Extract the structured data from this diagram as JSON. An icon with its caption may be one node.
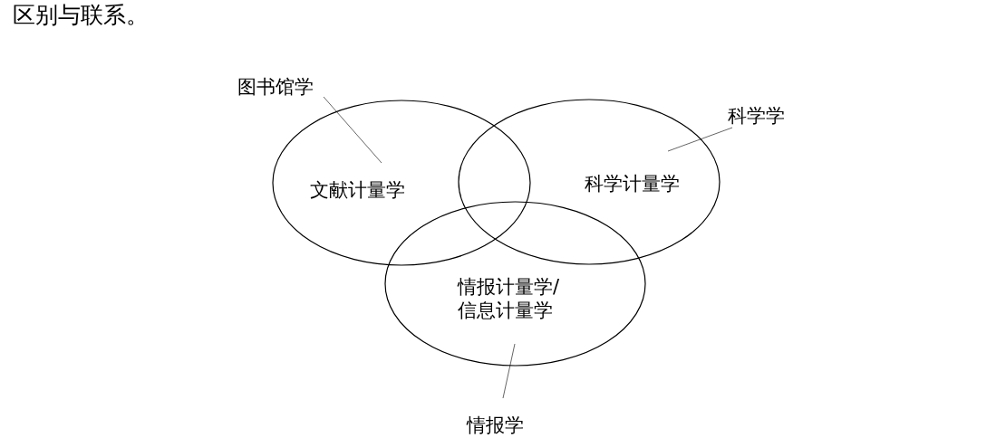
{
  "diagram": {
    "nodes": [
      {
        "text": [
          "图书馆学"
        ]
      },
      {
        "text": [
          "文献计量学"
        ]
      },
      {
        "text": [
          "科学学"
        ]
      },
      {
        "text": [
          "科学计量学"
        ]
      },
      {
        "text": [
          "情报计量学/信息计量学"
        ]
      },
      {
        "text": [
          "情报学"
        ]
      }
    ],
    "edges": [
      {
        "from": 0,
        "to": 1,
        "arrow": "none"
      },
      {
        "from": 2,
        "to": 3,
        "arrow": "none"
      },
      {
        "from": 5,
        "to": 4,
        "arrow": "none"
      }
    ],
    "labels": [
      "区别与联系。"
    ]
  }
}
